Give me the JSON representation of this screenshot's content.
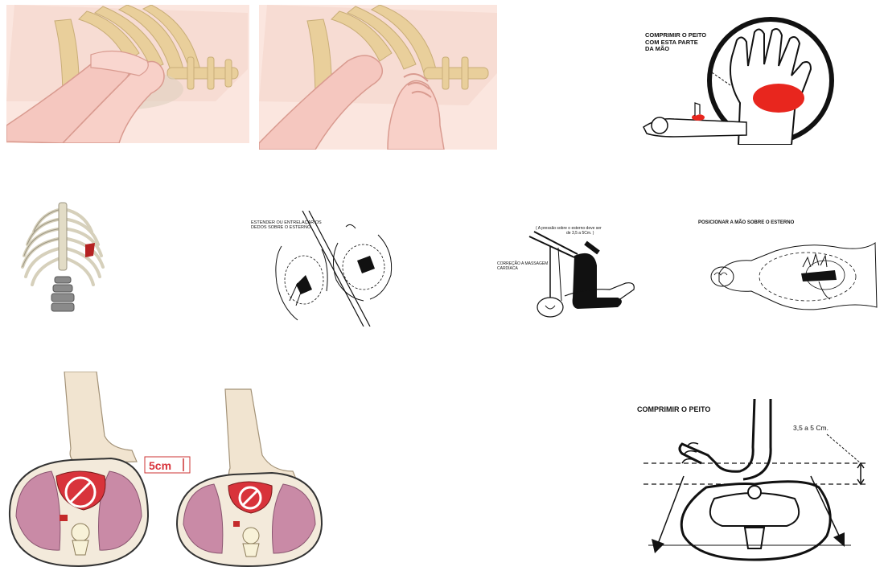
{
  "panels": {
    "palm_zone": {
      "label_lines": [
        "COMPRIMIR  O  PEITO",
        "COM  ESTA  PARTE",
        "DA  MÃO"
      ]
    },
    "fingers": {
      "label_lines": [
        "ESTENDER OU ENTRELAÇAR OS",
        "DEDOS  SOBRE  O  ESTERNO"
      ]
    },
    "kneeling": {
      "pressure_lines": [
        "( A pressão sobre o esterno  deve ser",
        "de 3,5 a 5Cm. )"
      ],
      "massage_lines": [
        "CORREÇÃO  A  MASSAGEM",
        "CARDÍACA"
      ]
    },
    "hand_position": {
      "label": "POSICIONAR  A MÃO  SOBRE  O  ESTERNO"
    },
    "compression_depth": {
      "marker": "5cm"
    },
    "compress_chest": {
      "label": "COMPRIMIR  O  PEITO",
      "depth": "3,5  a  5  Cm."
    }
  },
  "colors": {
    "skin": "#f6cdc6",
    "bone": "#e7cf9f",
    "lung": "#c98aa6",
    "heart": "#d8333b",
    "palm_highlight": "#e8261e",
    "ink": "#111111"
  }
}
